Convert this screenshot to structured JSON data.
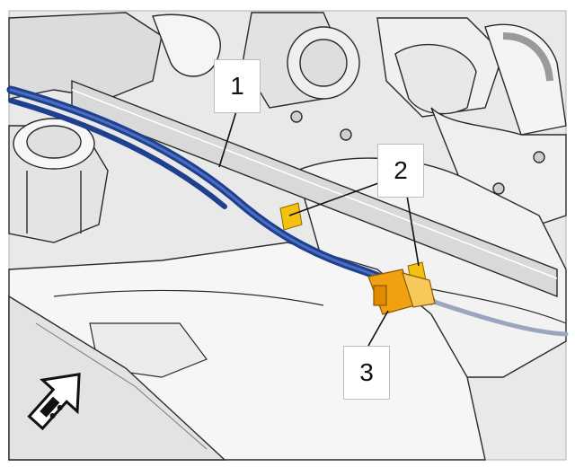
{
  "figure": {
    "background": "#ffffff",
    "engine_gray": "#e6e6e6",
    "line_color": "#1a1a1a",
    "harness_color": "#1f3f8f",
    "highlight_color": "#f2c20f",
    "connector_color": "#f0a010"
  },
  "callouts": [
    {
      "label": "1"
    },
    {
      "label": "2"
    },
    {
      "label": "3"
    }
  ],
  "icons": {
    "front_of_vehicle": "vehicle-direction-arrow-icon"
  }
}
